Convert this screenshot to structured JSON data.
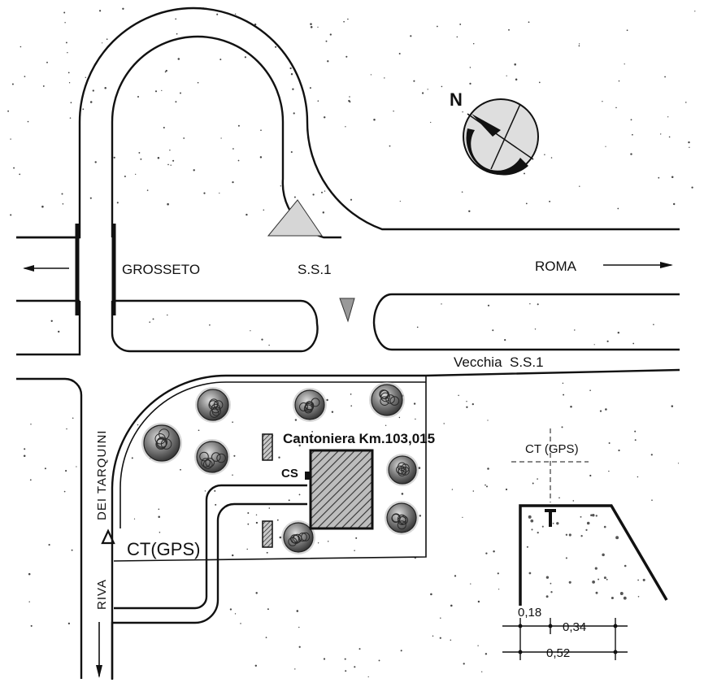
{
  "labels": {
    "north": "N",
    "west_direction": "GROSSETO",
    "road_main": "S.S.1",
    "east_direction": "ROMA",
    "old_road": "Vecchia  S.S.1",
    "street_name_top": "DEI TARQUINI",
    "street_name_bottom": "RIVA",
    "building": "Cantoniera Km.103,015",
    "marker_cs": "CS",
    "control_point": "CT(GPS)",
    "detail_control_point": "CT (GPS)",
    "dim_1": "0,18",
    "dim_2": "0,34",
    "dim_3": "0,52"
  },
  "icons": {
    "compass": "compass-rose-icon",
    "tree": "tree-icon",
    "triangle": "survey-triangle-icon"
  },
  "colors": {
    "ink": "#111111",
    "island_fill": "#d6d6d6",
    "building_hatch": "#444444",
    "tree_fill": "#8a8a8a",
    "background": "#ffffff"
  }
}
